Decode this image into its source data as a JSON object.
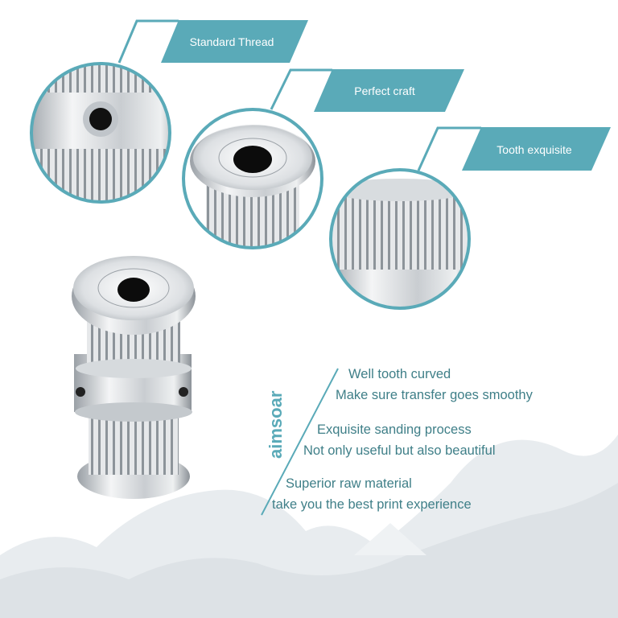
{
  "colors": {
    "accent": "#5aaab8",
    "text": "#3f7f88"
  },
  "callouts": [
    {
      "label": "Standard Thread"
    },
    {
      "label": "Perfect craft"
    },
    {
      "label": "Tooth  exquisite"
    }
  ],
  "brand": "aimsoar",
  "features": [
    {
      "title": "Well tooth curved",
      "subtitle": "Make sure transfer goes smoothy"
    },
    {
      "title": "Exquisite sanding process",
      "subtitle": "Not only useful but also beautiful"
    },
    {
      "title": "Superior raw material",
      "subtitle": "take you the best print experience"
    }
  ]
}
